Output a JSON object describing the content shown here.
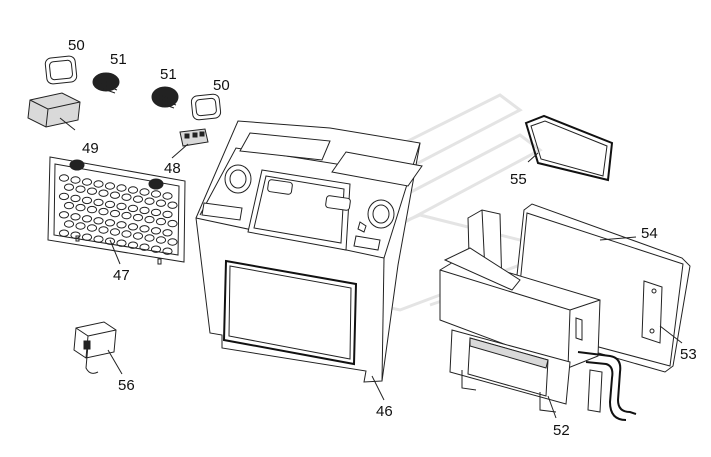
{
  "diagram": {
    "labels": [
      "50",
      "51",
      "51",
      "50",
      "49",
      "48",
      "47",
      "55",
      "54",
      "53",
      "52",
      "46",
      "56"
    ]
  }
}
